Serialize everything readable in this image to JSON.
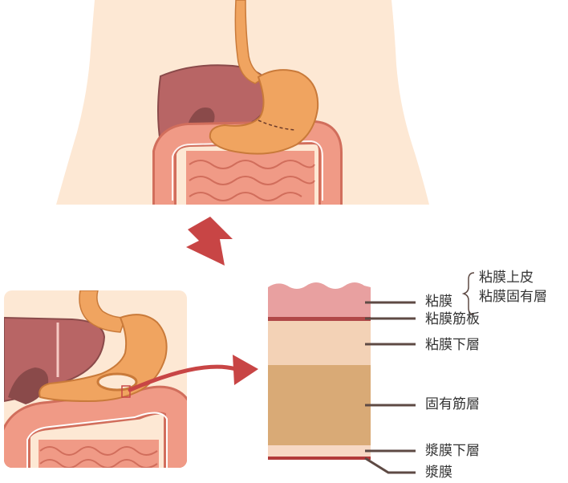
{
  "colors": {
    "skin": "#fde8d4",
    "liver": "#b86565",
    "liver_dark": "#8a4a4a",
    "stomach": "#f0a460",
    "stomach_dark": "#c97a3a",
    "intestine": "#f09a86",
    "intestine_dark": "#d16e5c",
    "arrow": "#c84545",
    "mucosa_epithelium": "#e8a0a0",
    "muscularis_mucosae": "#b04848",
    "submucosa": "#f3d2b6",
    "muscularis_propria": "#d9aa76",
    "subserosa": "#f7d8c4",
    "serosa": "#b23a3a",
    "leader": "#5e4a44"
  },
  "icons": [
    "down-arrow-icon",
    "curved-arrow-icon",
    "brace-icon"
  ],
  "labels": {
    "mucosa": "粘膜",
    "mucosa_epithelium": "粘膜上皮",
    "lamina_propria": "粘膜固有層",
    "muscularis_mucosae": "粘膜筋板",
    "submucosa": "粘膜下層",
    "muscularis_propria": "固有筋層",
    "subserosa": "漿膜下層",
    "serosa": "漿膜"
  }
}
